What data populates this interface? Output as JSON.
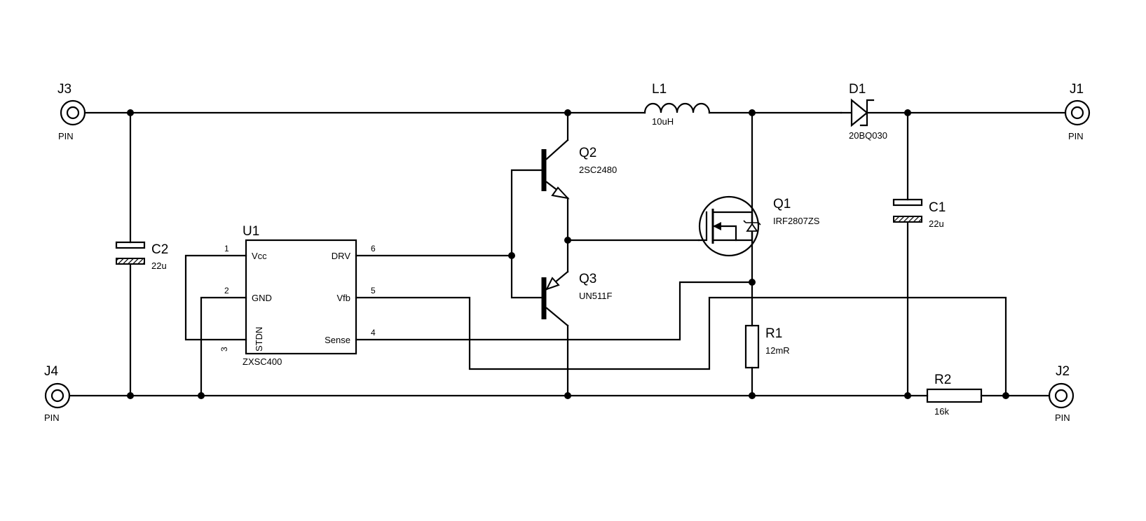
{
  "components": {
    "J3": {
      "ref": "J3",
      "type": "PIN"
    },
    "J4": {
      "ref": "J4",
      "type": "PIN"
    },
    "J1": {
      "ref": "J1",
      "type": "PIN"
    },
    "J2": {
      "ref": "J2",
      "type": "PIN"
    },
    "C2": {
      "ref": "C2",
      "value": "22u"
    },
    "C1": {
      "ref": "C1",
      "value": "22u"
    },
    "L1": {
      "ref": "L1",
      "value": "10uH"
    },
    "D1": {
      "ref": "D1",
      "value": "20BQ030"
    },
    "Q1": {
      "ref": "Q1",
      "value": "IRF2807ZS"
    },
    "Q2": {
      "ref": "Q2",
      "value": "2SC2480"
    },
    "Q3": {
      "ref": "Q3",
      "value": "UN511F"
    },
    "R1": {
      "ref": "R1",
      "value": "12mR"
    },
    "R2": {
      "ref": "R2",
      "value": "16k"
    },
    "U1": {
      "ref": "U1",
      "value": "ZXSC400",
      "pins": {
        "vcc": {
          "num": "1",
          "name": "Vcc"
        },
        "gnd": {
          "num": "2",
          "name": "GND"
        },
        "stdn": {
          "num": "3",
          "name": "STDN"
        },
        "drv": {
          "num": "6",
          "name": "DRV"
        },
        "vfb": {
          "num": "5",
          "name": "Vfb"
        },
        "sense": {
          "num": "4",
          "name": "Sense"
        }
      }
    }
  }
}
